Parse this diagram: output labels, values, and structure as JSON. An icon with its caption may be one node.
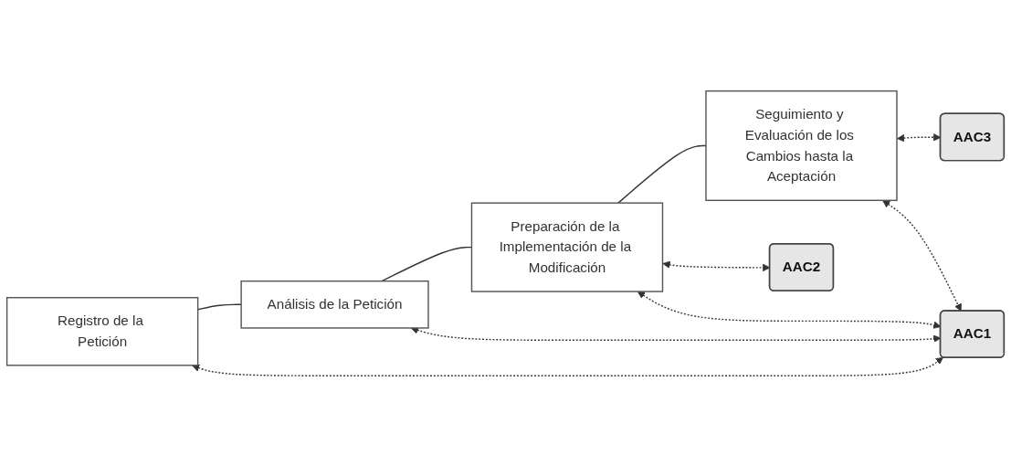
{
  "diagram": {
    "nodes": [
      {
        "text": [
          "Registro de la Petición"
        ]
      },
      {
        "text": [
          "Análisis de la Petición"
        ]
      },
      {
        "text": [
          "Preparación de la Implementación de la Modificación"
        ]
      },
      {
        "text": [
          "Seguimiento y Evaluación de los Cambios hasta la Aceptación"
        ]
      },
      {
        "text": [
          "AAC1"
        ]
      },
      {
        "text": [
          "AAC2"
        ]
      },
      {
        "text": [
          "AAC3"
        ]
      }
    ],
    "edges": [
      {
        "from": 0,
        "to": 1,
        "arrow": "none"
      },
      {
        "from": 1,
        "to": 2,
        "arrow": "none"
      },
      {
        "from": 2,
        "to": 3,
        "arrow": "none"
      },
      {
        "from": 0,
        "to": 4,
        "arrow": "both",
        "style": "dashed"
      },
      {
        "from": 1,
        "to": 4,
        "arrow": "both",
        "style": "dashed"
      },
      {
        "from": 2,
        "to": 4,
        "arrow": "both",
        "style": "dashed"
      },
      {
        "from": 3,
        "to": 4,
        "arrow": "both",
        "style": "dashed"
      },
      {
        "from": 2,
        "to": 5,
        "arrow": "both",
        "style": "dashed"
      },
      {
        "from": 3,
        "to": 6,
        "arrow": "both",
        "style": "dashed"
      }
    ]
  }
}
